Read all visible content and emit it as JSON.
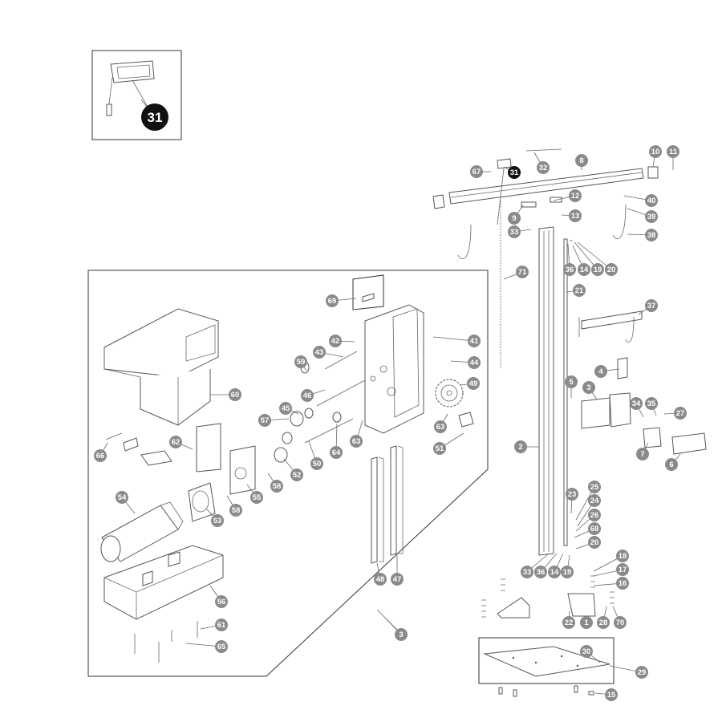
{
  "callouts": [
    {
      "id": "31",
      "style": "big"
    },
    {
      "id": "31",
      "style": "dark"
    },
    {
      "id": "67"
    },
    {
      "id": "32"
    },
    {
      "id": "8"
    },
    {
      "id": "10"
    },
    {
      "id": "11"
    },
    {
      "id": "12"
    },
    {
      "id": "9"
    },
    {
      "id": "13"
    },
    {
      "id": "33"
    },
    {
      "id": "40"
    },
    {
      "id": "39"
    },
    {
      "id": "38"
    },
    {
      "id": "36"
    },
    {
      "id": "14"
    },
    {
      "id": "19"
    },
    {
      "id": "20"
    },
    {
      "id": "71"
    },
    {
      "id": "21"
    },
    {
      "id": "37"
    },
    {
      "id": "69"
    },
    {
      "id": "41"
    },
    {
      "id": "42"
    },
    {
      "id": "43"
    },
    {
      "id": "59"
    },
    {
      "id": "44"
    },
    {
      "id": "4"
    },
    {
      "id": "46"
    },
    {
      "id": "49"
    },
    {
      "id": "5"
    },
    {
      "id": "60"
    },
    {
      "id": "3"
    },
    {
      "id": "45"
    },
    {
      "id": "34"
    },
    {
      "id": "35"
    },
    {
      "id": "27"
    },
    {
      "id": "57"
    },
    {
      "id": "63"
    },
    {
      "id": "63"
    },
    {
      "id": "51"
    },
    {
      "id": "62"
    },
    {
      "id": "2"
    },
    {
      "id": "7"
    },
    {
      "id": "6"
    },
    {
      "id": "66"
    },
    {
      "id": "64"
    },
    {
      "id": "52"
    },
    {
      "id": "50"
    },
    {
      "id": "58"
    },
    {
      "id": "55"
    },
    {
      "id": "58"
    },
    {
      "id": "54"
    },
    {
      "id": "53"
    },
    {
      "id": "23"
    },
    {
      "id": "25"
    },
    {
      "id": "24"
    },
    {
      "id": "26"
    },
    {
      "id": "68"
    },
    {
      "id": "20"
    },
    {
      "id": "33"
    },
    {
      "id": "36"
    },
    {
      "id": "14"
    },
    {
      "id": "19"
    },
    {
      "id": "48"
    },
    {
      "id": "47"
    },
    {
      "id": "18"
    },
    {
      "id": "17"
    },
    {
      "id": "16"
    },
    {
      "id": "56"
    },
    {
      "id": "22"
    },
    {
      "id": "1"
    },
    {
      "id": "28"
    },
    {
      "id": "70"
    },
    {
      "id": "61"
    },
    {
      "id": "65"
    },
    {
      "id": "3"
    },
    {
      "id": "30"
    },
    {
      "id": "29"
    },
    {
      "id": "15"
    }
  ],
  "colors": {
    "callout": "#8a8a8a",
    "callout_highlight": "#111111",
    "line": "#555555"
  }
}
